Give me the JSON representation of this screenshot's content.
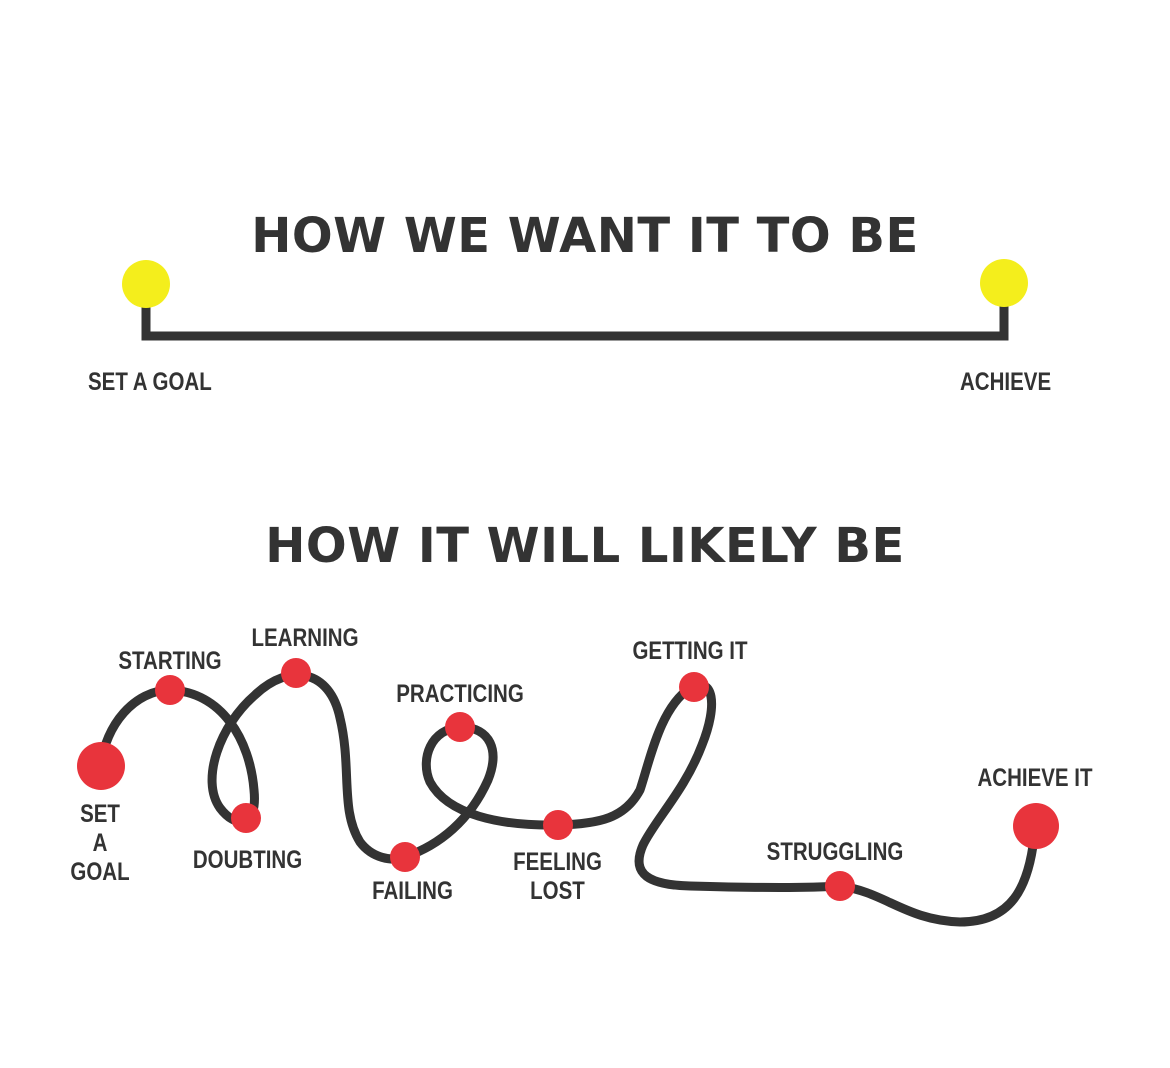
{
  "ideal": {
    "title": "HOW WE WANT IT TO BE",
    "start_label": "SET A GOAL",
    "end_label": "ACHIEVE",
    "dot_color": "#f4ee1c",
    "line_color": "#333333"
  },
  "reality": {
    "title": "HOW IT WILL LIKELY BE",
    "dot_color": "#e8343c",
    "line_color": "#333333",
    "stages": {
      "set_goal": "SET\nA\nGOAL",
      "starting": "STARTING",
      "learning": "LEARNING",
      "doubting": "DOUBTING",
      "failing": "FAILING",
      "practicing": "PRACTICING",
      "feeling_lost": "FEELING\nLOST",
      "getting_it": "GETTING IT",
      "struggling": "STRUGGLING",
      "achieve_it": "ACHIEVE IT"
    }
  }
}
